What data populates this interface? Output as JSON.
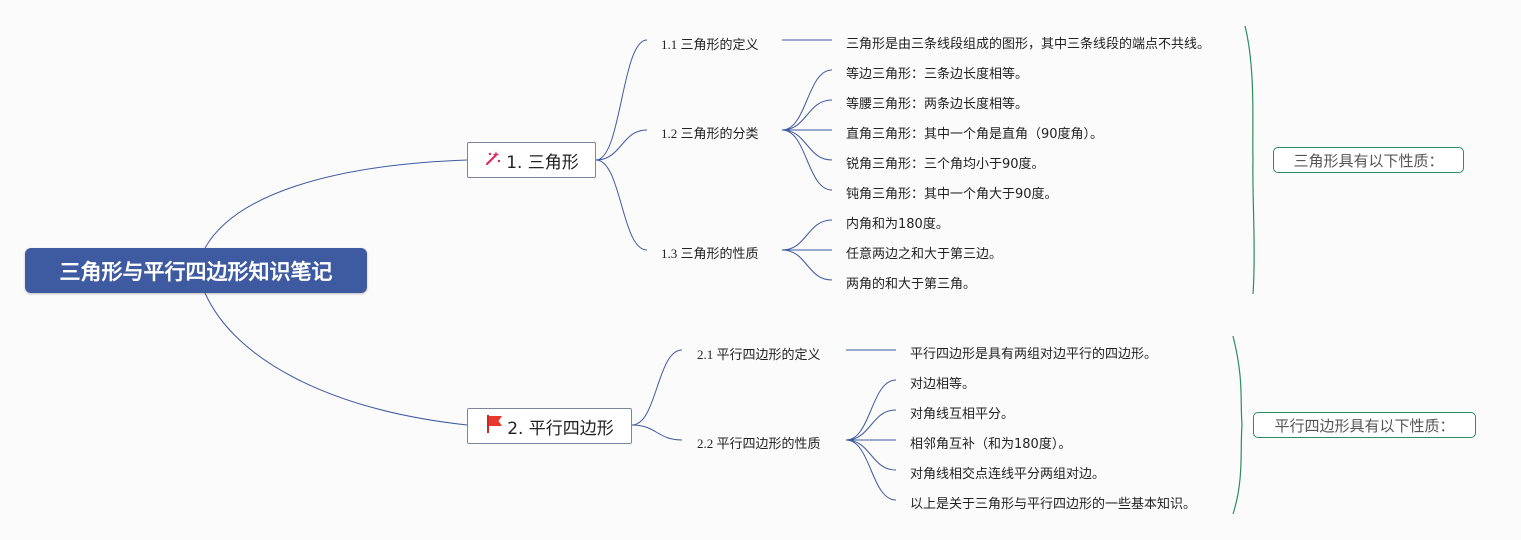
{
  "root": {
    "title": "三角形与平行四边形知识笔记"
  },
  "branches": [
    {
      "label": "1. 三角形",
      "icon": "sparkle-icon",
      "summary": "三角形具有以下性质：",
      "subs": [
        {
          "label": "1.1 三角形的定义",
          "leaves": [
            "三角形是由三条线段组成的图形，其中三条线段的端点不共线。"
          ]
        },
        {
          "label": "1.2 三角形的分类",
          "leaves": [
            "等边三角形：三条边长度相等。",
            "等腰三角形：两条边长度相等。",
            "直角三角形：其中一个角是直角（90度角）。",
            "锐角三角形：三个角均小于90度。",
            "钝角三角形：其中一个角大于90度。"
          ]
        },
        {
          "label": "1.3 三角形的性质",
          "leaves": [
            "内角和为180度。",
            "任意两边之和大于第三边。",
            "两角的和大于第三角。"
          ]
        }
      ]
    },
    {
      "label": "2. 平行四边形",
      "icon": "red-flag-icon",
      "summary": "平行四边形具有以下性质：",
      "subs": [
        {
          "label": "2.1 平行四边形的定义",
          "leaves": [
            "平行四边形是具有两组对边平行的四边形。"
          ]
        },
        {
          "label": "2.2 平行四边形的性质",
          "leaves": [
            "对边相等。",
            "对角线互相平分。",
            "相邻角互补（和为180度）。",
            "对角线相交点连线平分两组对边。",
            "以上是关于三角形与平行四边形的一些基本知识。"
          ]
        }
      ]
    }
  ],
  "colors": {
    "root_fill": "#3e5aa0",
    "connector": "#3e5aa0",
    "summary_border": "#2e8b62",
    "flag": "#e8382c",
    "sparkle": "#e0245e"
  }
}
